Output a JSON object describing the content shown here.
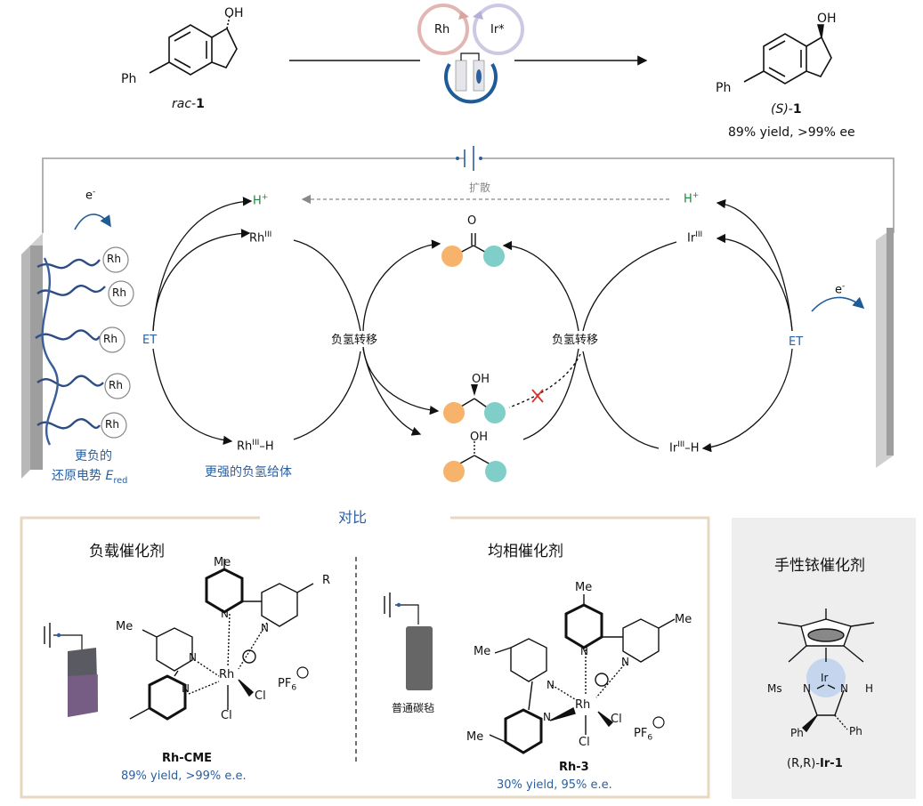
{
  "top_scheme": {
    "reactant_label_prefix": "rac-",
    "reactant_label_num": "1",
    "reactant_oh": "OH",
    "reactant_ph": "Ph",
    "catalyst_rh": "Rh",
    "catalyst_ir": "Ir*",
    "product_label_prefix": "(S)-",
    "product_label_num": "1",
    "product_oh": "OH",
    "product_ph": "Ph",
    "result": "89% yield, >99% ee"
  },
  "mechanism": {
    "electron_left": "e",
    "electron_right": "e",
    "h_plus_left": "H",
    "h_plus_right": "H",
    "diffusion": "扩散",
    "rh3": "Rh",
    "ir3": "Ir",
    "et_left": "ET",
    "et_right": "ET",
    "hydride_left": "负氢转移",
    "hydride_right": "负氢转移",
    "rh3h": "Rh",
    "ir3h": "Ir",
    "h_suffix": "–H",
    "sup3": "III",
    "ketone_o": "O",
    "alcohol_oh_top": "OH",
    "alcohol_oh_bottom": "OH",
    "rh_sites": [
      "Rh",
      "Rh",
      "Rh",
      "Rh",
      "Rh"
    ],
    "electrode_caption_1": "更负的",
    "electrode_caption_2": "还原电势 ",
    "electrode_caption_e": "E",
    "electrode_caption_sub": "red",
    "stronger_donor": "更强的负氢给体"
  },
  "comparison": {
    "title": "对比",
    "supported_title": "负载催化剂",
    "homogeneous_title": "均相催化剂",
    "chiral_title": "手性铱催化剂",
    "carbon_felt": "普通碳毡",
    "rh_cme_name": "Rh-CME",
    "rh_cme_result": "89% yield, >99% e.e.",
    "rh3_name": "Rh-3",
    "rh3_result": "30% yield, 95% e.e.",
    "ir1_prefix": "(R,R)-",
    "ir1_name": "Ir-1",
    "labels": {
      "me": "Me",
      "r": "R",
      "n": "N",
      "rh": "Rh",
      "cl": "Cl",
      "pf6": "PF",
      "six": "6",
      "ms": "Ms",
      "ph": "Ph",
      "ir": "Ir",
      "h": "H"
    }
  },
  "colors": {
    "accent_blue": "#2a5fa0",
    "green": "#1a8a3a",
    "orange_ball": "#f7b26b",
    "teal_ball": "#7fcfc8",
    "frame_beige": "#e8d8c0",
    "panel_grey": "#eeeeee"
  }
}
